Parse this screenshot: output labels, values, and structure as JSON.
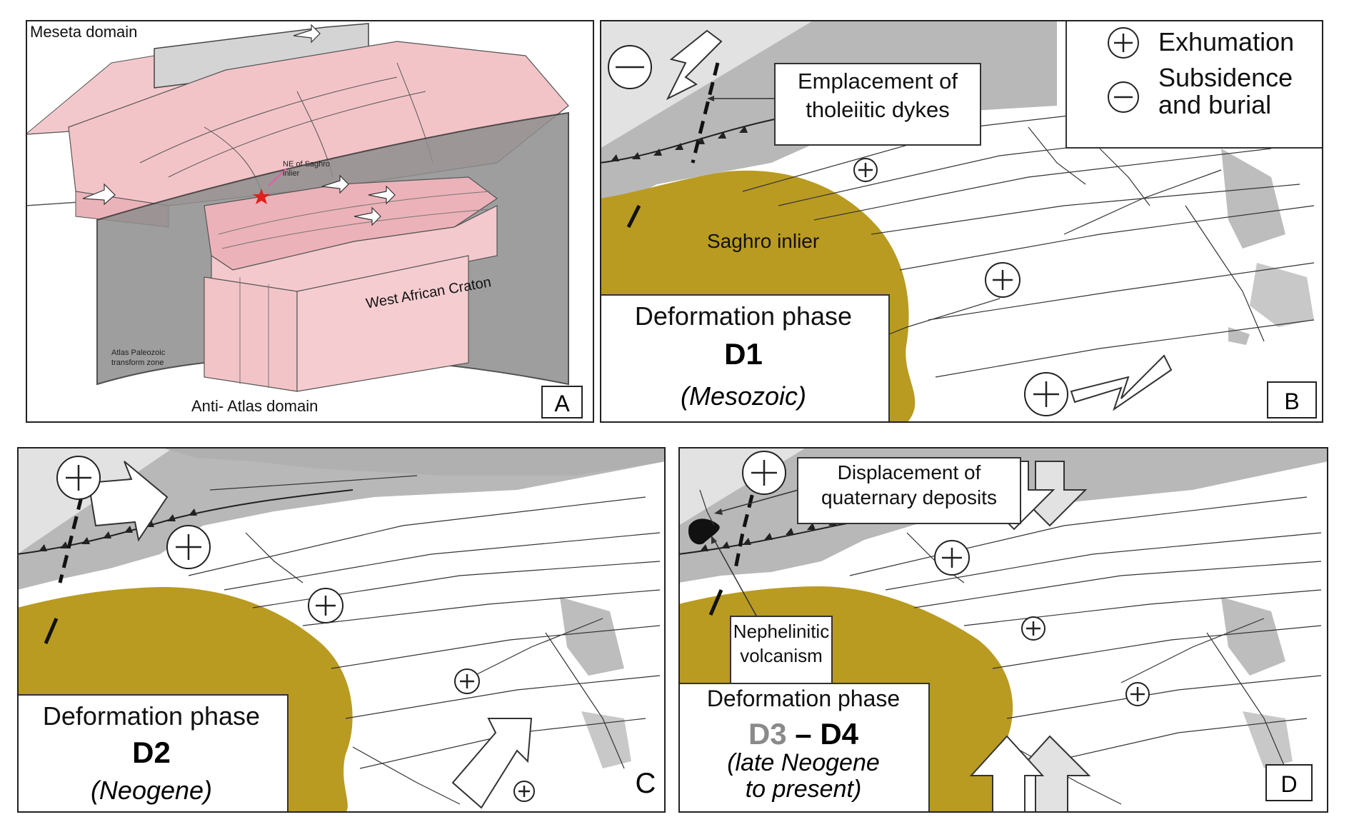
{
  "colors": {
    "craton_pink": "#f2c4c8",
    "saghro_ochre": "#b99b22",
    "gray_zone": "#b9b9b9",
    "light_gray": "#dcdcdc",
    "star_red": "#e0201c"
  },
  "panel_a": {
    "meseta": "Meseta domain",
    "ne_saghro": "NE of Saghro\ninlier",
    "west_african": "West African Craton",
    "transform": "Atlas Paleozoic\ntransform zone",
    "anti_atlas": "Anti- Atlas domain",
    "letter": "A"
  },
  "panel_b": {
    "emplacement": "Emplacement of\ntholeiitic dykes",
    "legend": {
      "exhumation": "Exhumation",
      "subsidence": "Subsidence\nand burial"
    },
    "saghro": "Saghro inlier",
    "phase_title": "Deformation phase",
    "phase_id": "D1",
    "phase_era": "(Mesozoic)",
    "letter": "B"
  },
  "panel_c": {
    "phase_title": "Deformation phase",
    "phase_id": "D2",
    "phase_era": "(Neogene)",
    "letter": "C"
  },
  "panel_d": {
    "displacement": "Displacement of\nquaternary deposits",
    "nephelinitic": "Nephelinitic\nvolcanism",
    "phase_title": "Deformation phase",
    "phase_id_a": "D3",
    "phase_dash": " – ",
    "phase_id_b": "D4",
    "phase_era": "(late Neogene\nto present)",
    "letter": "D"
  }
}
